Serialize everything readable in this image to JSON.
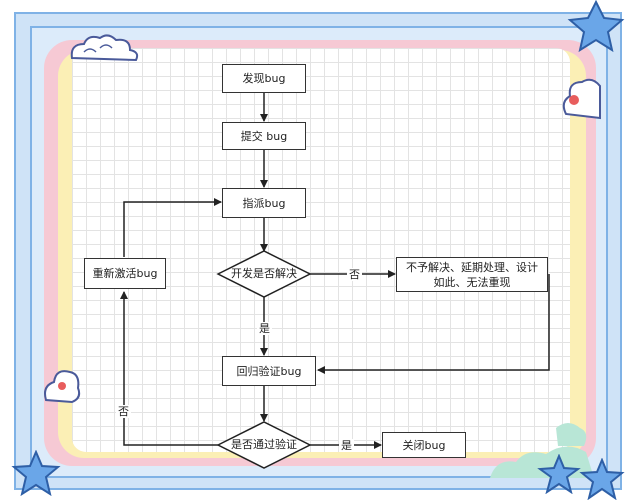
{
  "nodes": {
    "find_bug": "发现bug",
    "submit_bug": "提交 bug",
    "assign_bug": "指派bug",
    "resolve_decision": "开发是否解决",
    "reactivate_bug": "重新激活bug",
    "not_resolved": "不予解决、延期处理、设计如此、无法重现",
    "regression_verify": "回归验证bug",
    "verify_decision": "是否通过验证",
    "close_bug": "关闭bug"
  },
  "edge_labels": {
    "resolve_no": "否",
    "resolve_yes": "是",
    "verify_no": "否",
    "verify_yes": "是"
  },
  "colors": {
    "frame_blue": "#7fb2e6",
    "frame_pink": "#f6c9d4",
    "frame_yellow": "#fbefb5",
    "line": "#333333"
  },
  "icons": [
    "star-icon",
    "cloud-icon"
  ]
}
